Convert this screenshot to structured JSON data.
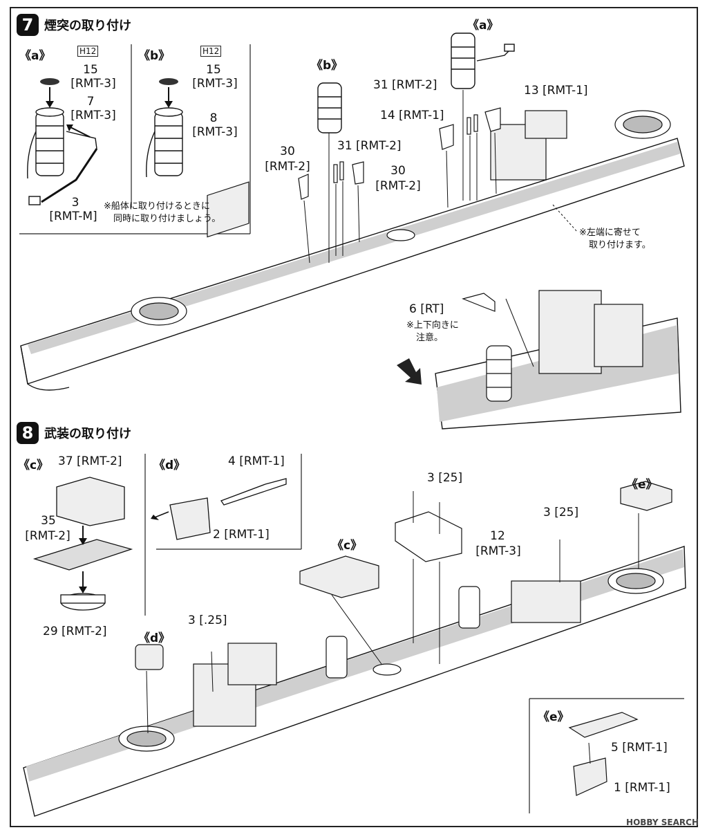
{
  "step7": {
    "number": "7",
    "title": "煙突の取り付け",
    "panel_a": {
      "label": "《a》",
      "code": "H12",
      "part15": "15",
      "part15_ref": "[RMT-3]",
      "part7": "7",
      "part7_ref": "[RMT-3]",
      "part3": "3",
      "part3_ref": "[RMT-M]"
    },
    "panel_b": {
      "label": "《b》",
      "code": "H12",
      "part15": "15",
      "part15_ref": "[RMT-3]",
      "part8": "8",
      "part8_ref": "[RMT-3]"
    },
    "note_hull": [
      "※船体に取り付けるときに",
      "同時に取り付けましょう。"
    ],
    "ship_labels": {
      "b": "《b》",
      "a": "《a》",
      "p30_left": "30",
      "p30_left_ref": "[RMT-2]",
      "p31_mid": "31 [RMT-2]",
      "p30_right": "30",
      "p30_right_ref": "[RMT-2]",
      "p31_top": "31 [RMT-2]",
      "p14": "14 [RMT-1]",
      "p13": "13 [RMT-1]"
    },
    "note_left_edge": [
      "※左端に寄せて",
      "取り付けます。"
    ],
    "p6": "6 [RT]",
    "note_updown": [
      "※上下向きに",
      "注意。"
    ]
  },
  "step8": {
    "number": "8",
    "title": "武装の取り付け",
    "panel_c": {
      "label": "《c》",
      "p37": "37 [RMT-2]",
      "p35": "35",
      "p35_ref": "[RMT-2]",
      "p29": "29 [RMT-2]"
    },
    "panel_d": {
      "label": "《d》",
      "p4": "4 [RMT-1]",
      "p2": "2 [RMT-1]"
    },
    "ship_labels": {
      "p3a": "3 [25]",
      "p3b": "3 [25]",
      "p12": "12",
      "p12_ref": "[RMT-3]",
      "c": "《c》",
      "e": "《e》",
      "d": "《d》",
      "p3c": "3 [.25]"
    },
    "panel_e": {
      "label": "《e》",
      "p5": "5 [RMT-1]",
      "p1": "1 [RMT-1]"
    }
  },
  "watermark": "HOBBY SEARCH"
}
